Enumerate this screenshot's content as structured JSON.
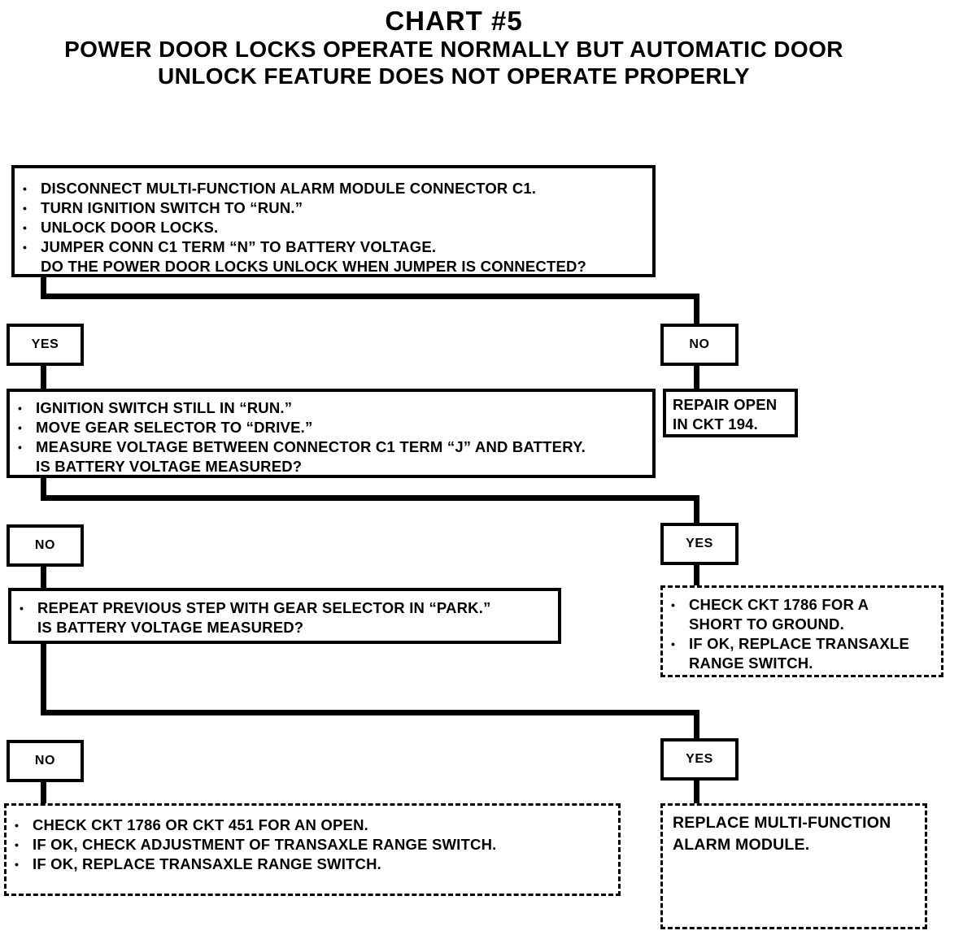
{
  "title": {
    "chart_number": "CHART #5",
    "line1": "POWER DOOR LOCKS OPERATE NORMALLY BUT AUTOMATIC DOOR",
    "line2": "UNLOCK FEATURE DOES NOT OPERATE PROPERLY"
  },
  "labels": {
    "bullet": "•"
  },
  "flow": {
    "step1": {
      "lines": [
        {
          "bullet": true,
          "text": "DISCONNECT MULTI-FUNCTION ALARM MODULE CONNECTOR C1."
        },
        {
          "bullet": true,
          "text": "TURN IGNITION SWITCH TO “RUN.”"
        },
        {
          "bullet": true,
          "text": "UNLOCK DOOR LOCKS."
        },
        {
          "bullet": true,
          "text": "JUMPER CONN C1 TERM “N” TO BATTERY VOLTAGE."
        },
        {
          "bullet": false,
          "text": "DO THE POWER DOOR LOCKS UNLOCK WHEN JUMPER IS CONNECTED?"
        }
      ]
    },
    "branch1": {
      "left": "YES",
      "right": "NO"
    },
    "repair_open": {
      "lines": [
        "REPAIR OPEN",
        "IN CKT 194."
      ]
    },
    "step2": {
      "lines": [
        {
          "bullet": true,
          "text": "IGNITION SWITCH STILL IN “RUN.”"
        },
        {
          "bullet": true,
          "text": "MOVE GEAR SELECTOR TO “DRIVE.”"
        },
        {
          "bullet": true,
          "text": "MEASURE VOLTAGE BETWEEN CONNECTOR C1 TERM “J” AND BATTERY."
        },
        {
          "bullet": false,
          "text": "IS BATTERY VOLTAGE MEASURED?"
        }
      ]
    },
    "branch2": {
      "left": "NO",
      "right": "YES"
    },
    "check_short": {
      "lines": [
        {
          "bullet": true,
          "text": "CHECK CKT 1786 FOR A"
        },
        {
          "bullet": false,
          "text": "SHORT TO GROUND."
        },
        {
          "bullet": true,
          "text": "IF OK, REPLACE TRANSAXLE"
        },
        {
          "bullet": false,
          "text": "RANGE SWITCH."
        }
      ]
    },
    "step3": {
      "lines": [
        {
          "bullet": true,
          "text": "REPEAT PREVIOUS STEP WITH GEAR SELECTOR IN “PARK.”"
        },
        {
          "bullet": false,
          "text": "IS BATTERY VOLTAGE MEASURED?"
        }
      ]
    },
    "branch3": {
      "left": "NO",
      "right": "YES"
    },
    "check_open": {
      "lines": [
        {
          "bullet": true,
          "text": "CHECK CKT 1786 OR CKT 451 FOR AN OPEN."
        },
        {
          "bullet": true,
          "text": "IF OK, CHECK ADJUSTMENT  OF TRANSAXLE RANGE SWITCH."
        },
        {
          "bullet": true,
          "text": "IF OK, REPLACE TRANSAXLE RANGE SWITCH."
        }
      ]
    },
    "replace_module": {
      "lines": [
        "REPLACE MULTI-FUNCTION",
        "ALARM MODULE."
      ]
    }
  }
}
